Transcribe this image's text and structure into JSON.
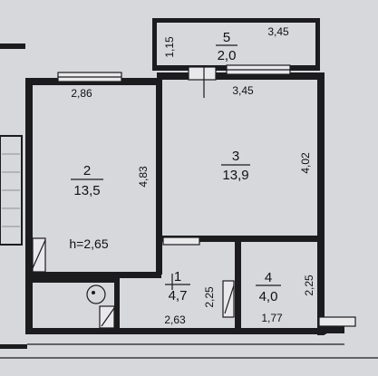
{
  "rooms": [
    {
      "id": "room-5",
      "number": "5",
      "area": "2,0"
    },
    {
      "id": "room-3",
      "number": "3",
      "area": "13,9"
    },
    {
      "id": "room-2",
      "number": "2",
      "area": "13,5"
    },
    {
      "id": "room-1",
      "number": "1",
      "area": "4,7"
    },
    {
      "id": "room-4",
      "number": "4",
      "area": "4,0"
    }
  ],
  "dimensions": {
    "balcony_depth": "1,15",
    "balcony_width": "3,45",
    "room2_width": "2,86",
    "room3_width": "3,45",
    "room2_depth": "4,83",
    "room3_depth": "4,02",
    "hall_depth": "2,25",
    "bath_depth": "2,25",
    "hall_width": "2,63",
    "bath_width": "1,77"
  },
  "ceiling_height": "h=2,65",
  "colors": {
    "paper": "#d7d8dc",
    "wall": "#1c1c1e",
    "ink": "#111111"
  }
}
